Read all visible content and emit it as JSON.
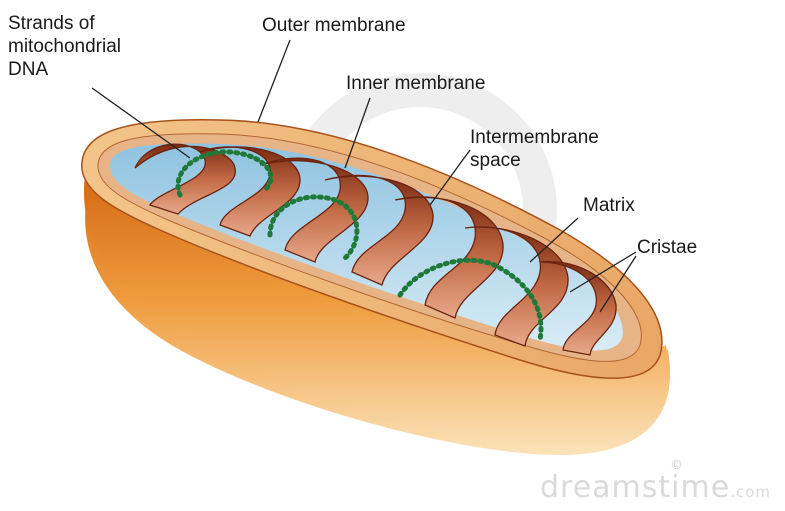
{
  "labels": {
    "strands_line1": "Strands of",
    "strands_line2": "mitochondrial",
    "strands_line3": "DNA",
    "outer_membrane": "Outer membrane",
    "inner_membrane": "Inner membrane",
    "intermembrane_line1": "Intermembrane",
    "intermembrane_line2": "space",
    "matrix": "Matrix",
    "cristae": "Cristae"
  },
  "watermark": {
    "copyright": "©",
    "brand": "dreamstime",
    "tld": ".com"
  }
}
